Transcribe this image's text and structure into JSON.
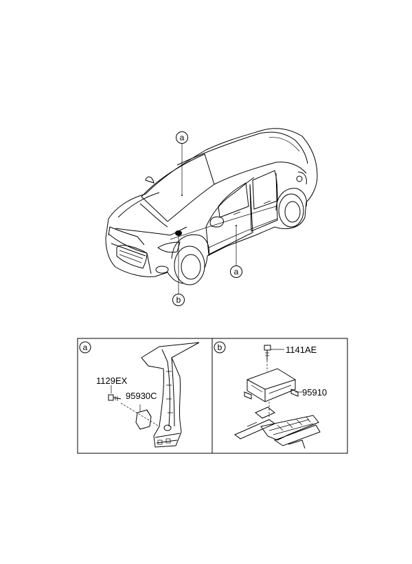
{
  "car_callouts": {
    "roof": "a",
    "door": "a",
    "front": "b"
  },
  "panel_a": {
    "tag": "a",
    "part_bolt": "1129EX",
    "part_sensor": "95930C"
  },
  "panel_b": {
    "tag": "b",
    "part_bolt": "1141AE",
    "part_module": "95910"
  }
}
